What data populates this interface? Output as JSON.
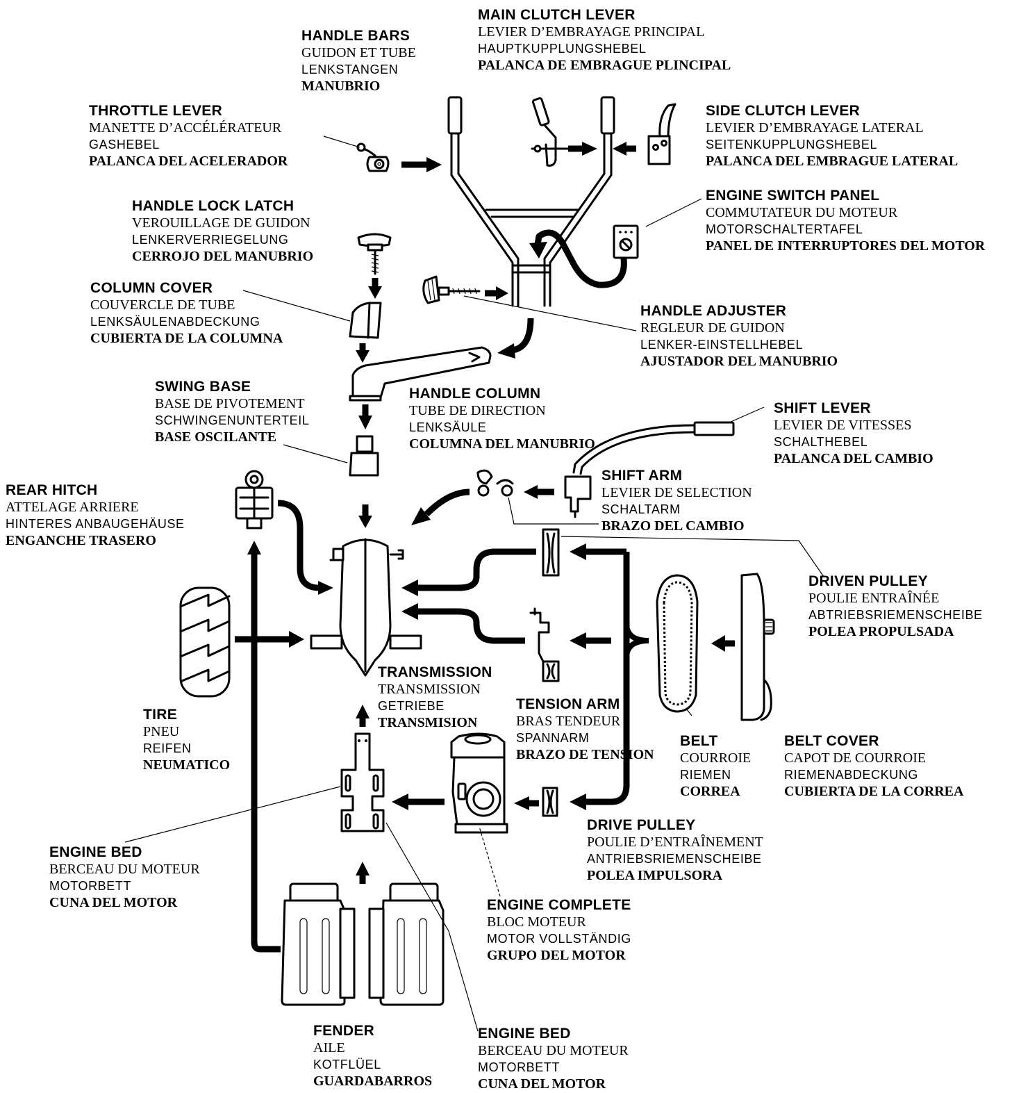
{
  "labels": {
    "handle_bars": {
      "en": "HANDLE BARS",
      "fr": "GUIDON ET TUBE",
      "de": "LENKSTANGEN",
      "es": "MANUBRIO"
    },
    "main_clutch": {
      "en": "MAIN CLUTCH LEVER",
      "fr": "LEVIER D’EMBRAYAGE PRINCIPAL",
      "de": "HAUPTKUPPLUNGSHEBEL",
      "es": "PALANCA DE EMBRAGUE PLINCIPAL"
    },
    "throttle": {
      "en": "THROTTLE LEVER",
      "fr": "MANETTE D’ACCÉLÉRATEUR",
      "de": "GASHEBEL",
      "es": "PALANCA DEL ACELERADOR"
    },
    "side_clutch": {
      "en": "SIDE CLUTCH LEVER",
      "fr": "LEVIER D’EMBRAYAGE LATERAL",
      "de": "SEITENKUPPLUNGSHEBEL",
      "es": "PALANCA DEL EMBRAGUE LATERAL"
    },
    "handle_lock": {
      "en": "HANDLE LOCK LATCH",
      "fr": "VEROUILLAGE DE GUIDON",
      "de": "LENKERVERRIEGELUNG",
      "es": "CERROJO DEL MANUBRIO"
    },
    "engine_switch": {
      "en": "ENGINE SWITCH PANEL",
      "fr": "COMMUTATEUR DU MOTEUR",
      "de": "MOTORSCHALTERTAFEL",
      "es": "PANEL DE INTERRUPTORES DEL MOTOR"
    },
    "column_cover": {
      "en": "COLUMN COVER",
      "fr": "COUVERCLE DE TUBE",
      "de": "LENKSÄULENABDECKUNG",
      "es": "CUBIERTA DE LA COLUMNA"
    },
    "handle_adjuster": {
      "en": "HANDLE ADJUSTER",
      "fr": "REGLEUR DE GUIDON",
      "de": "LENKER-EINSTELLHEBEL",
      "es": "AJUSTADOR DEL MANUBRIO"
    },
    "swing_base": {
      "en": "SWING BASE",
      "fr": "BASE DE PIVOTEMENT",
      "de": "SCHWINGENUNTERTEIL",
      "es": "BASE OSCILANTE"
    },
    "handle_column": {
      "en": "HANDLE COLUMN",
      "fr": "TUBE DE DIRECTION",
      "de": "LENKSÄULE",
      "es": "COLUMNA DEL MANUBRIO"
    },
    "shift_lever": {
      "en": "SHIFT LEVER",
      "fr": "LEVIER DE VITESSES",
      "de": "SCHALTHEBEL",
      "es": "PALANCA DEL CAMBIO"
    },
    "rear_hitch": {
      "en": "REAR HITCH",
      "fr": "ATTELAGE ARRIERE",
      "de": "HINTERES ANBAUGEHÄUSE",
      "es": "ENGANCHE TRASERO"
    },
    "shift_arm": {
      "en": "SHIFT ARM",
      "fr": "LEVIER DE SELECTION",
      "de": "SCHALTARM",
      "es": "BRAZO DEL CAMBIO"
    },
    "driven_pulley": {
      "en": "DRIVEN PULLEY",
      "fr": "POULIE ENTRAÎNÉE",
      "de": "ABTRIEBSRIEMENSCHEIBE",
      "es": "POLEA PROPULSADA"
    },
    "transmission": {
      "en": "TRANSMISSION",
      "fr": "TRANSMISSION",
      "de": "GETRIEBE",
      "es": "TRANSMISION"
    },
    "tension_arm": {
      "en": "TENSION ARM",
      "fr": "BRAS TENDEUR",
      "de": "SPANNARM",
      "es": "BRAZO DE TENSION"
    },
    "tire": {
      "en": "TIRE",
      "fr": "PNEU",
      "de": "REIFEN",
      "es": "NEUMATICO"
    },
    "belt": {
      "en": "BELT",
      "fr": "COURROIE",
      "de": "RIEMEN",
      "es": "CORREA"
    },
    "belt_cover": {
      "en": "BELT COVER",
      "fr": "CAPOT DE COURROIE",
      "de": "RIEMENABDECKUNG",
      "es": "CUBIERTA DE LA CORREA"
    },
    "engine_bed_left": {
      "en": "ENGINE BED",
      "fr": "BERCEAU DU MOTEUR",
      "de": "MOTORBETT",
      "es": "CUNA DEL MOTOR"
    },
    "drive_pulley": {
      "en": "DRIVE PULLEY",
      "fr": "POULIE D’ENTRAÎNEMENT",
      "de": "ANTRIEBSRIEMENSCHEIBE",
      "es": "POLEA IMPULSORA"
    },
    "engine_complete": {
      "en": "ENGINE COMPLETE",
      "fr": "BLOC MOTEUR",
      "de": "MOTOR VOLLSTÄNDIG",
      "es": "GRUPO DEL MOTOR"
    },
    "fender": {
      "en": "FENDER",
      "fr": "AILE",
      "de": "KOTFLÜEL",
      "es": "GUARDABARROS"
    },
    "engine_bed_bottom": {
      "en": "ENGINE BED",
      "fr": "BERCEAU DU MOTEUR",
      "de": "MOTORBETT",
      "es": "CUNA DEL MOTOR"
    }
  }
}
